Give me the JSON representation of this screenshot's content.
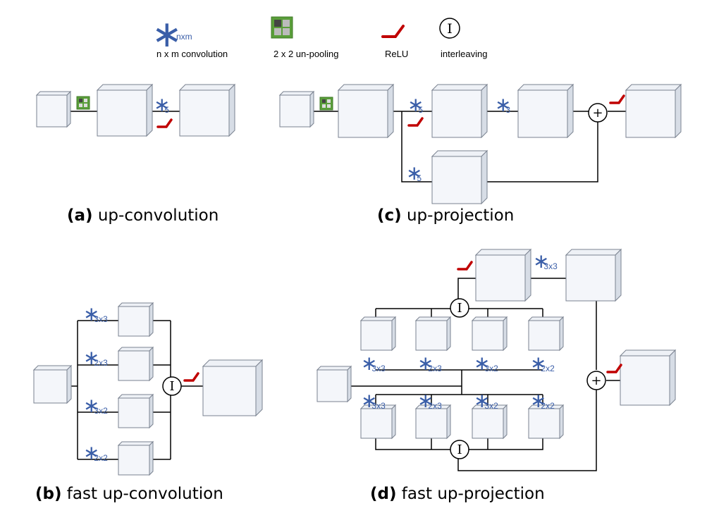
{
  "legend": {
    "conv_symbol_sub": "nxm",
    "conv_label": "n x m convolution",
    "unpool_label": "2 x 2 un-pooling",
    "relu_label": "ReLU",
    "interleave_symbol": "I",
    "interleave_label": "interleaving"
  },
  "captions": {
    "a_tag": "(a)",
    "a_text": " up-convolution",
    "b_tag": "(b)",
    "b_text": " fast up-convolution",
    "c_tag": "(c)",
    "c_text": " up-projection",
    "d_tag": "(d)",
    "d_text": " fast up-projection"
  },
  "conv_labels": {
    "k5": "5",
    "k3": "3",
    "k3x3": "3x3",
    "k2x3": "2x3",
    "k3x2": "3x2",
    "k2x2": "2x2"
  },
  "symbols": {
    "star": "∗",
    "interleave": "I",
    "plus": "+"
  },
  "colors": {
    "conv_blue": "#3a5ea8",
    "relu_red": "#c00000",
    "unpool_green": "#5a9e3a",
    "box_face": "#f4f6fa",
    "box_side": "#d7dde6"
  }
}
